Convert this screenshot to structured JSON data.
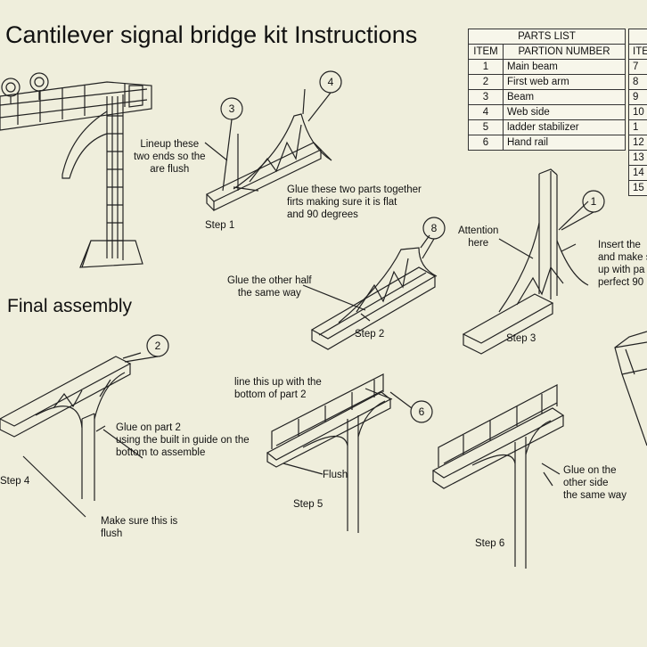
{
  "title": "Cantilever signal bridge kit Instructions",
  "final_assembly": "Final assembly",
  "parts_list": {
    "heading": "PARTS LIST",
    "col_item": "ITEM",
    "col_part": "PARTION NUMBER",
    "rows": [
      {
        "item": "1",
        "part": "Main beam"
      },
      {
        "item": "2",
        "part": "First web arm"
      },
      {
        "item": "3",
        "part": "Beam"
      },
      {
        "item": "4",
        "part": "Web side"
      },
      {
        "item": "5",
        "part": "ladder stabilizer"
      },
      {
        "item": "6",
        "part": "Hand rail"
      }
    ],
    "second_col_header": "ITE",
    "second_col_items": [
      "7",
      "8",
      "9",
      "10",
      "1",
      "12",
      "13",
      "14",
      "15"
    ]
  },
  "notes": {
    "lineup": "Lineup these\ntwo ends so the\nare flush",
    "glue_together": "Glue these two parts together\nfirts making sure it is flat\nand 90 degrees",
    "other_half": "Glue the other half\nthe same way",
    "attention": "Attention\nhere",
    "insert": "Insert the\nand make s\nup with pa\nperfect 90",
    "line_up": "line this up with the\nbottom of part 2",
    "glue_part2": "Glue on part 2\nusing the built in guide on the\nbottom to assemble",
    "flush": "Flush",
    "make_sure": "Make sure this is\nflush",
    "other_side": "Glue on the\nother side\nthe same way"
  },
  "steps": {
    "s1": "Step 1",
    "s2": "Step 2",
    "s3": "Step 3",
    "s4": "Step 4",
    "s5": "Step 5",
    "s6": "Step 6"
  },
  "balloons": {
    "b3": "3",
    "b4": "4",
    "b8": "8",
    "b1": "1",
    "b2": "2",
    "b6": "6"
  }
}
